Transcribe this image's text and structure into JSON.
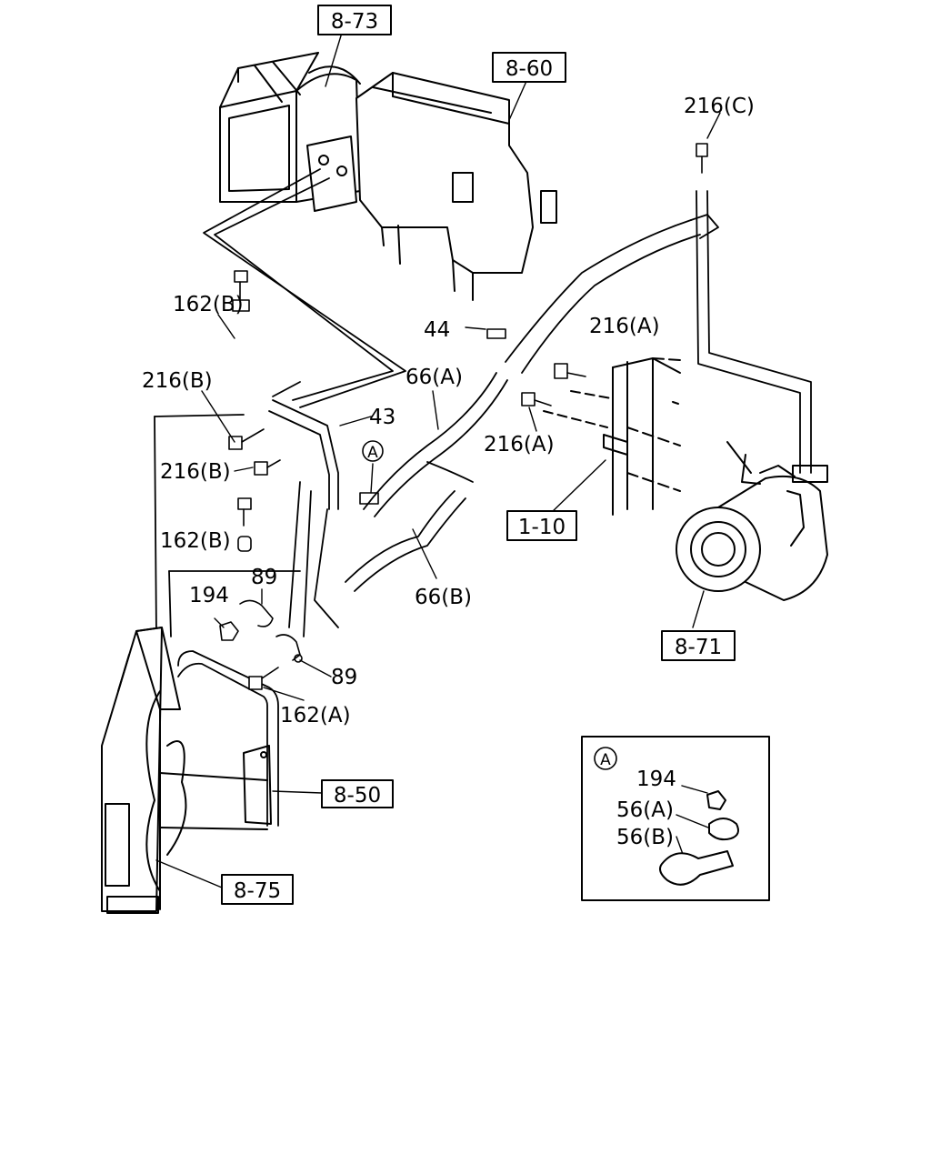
{
  "callouts": {
    "ref_8_73": "8-73",
    "ref_8_60": "8-60",
    "bolt_216c": "216(C)",
    "bolt_162b_top": "162(B)",
    "pipe_44": "44",
    "bolt_216a_upper": "216(A)",
    "bolt_216b_upper": "216(B)",
    "hose_66a": "66(A)",
    "pipe_43": "43",
    "bolt_216a_lower": "216(A)",
    "bolt_216b_lower": "216(B)",
    "ref_1_10": "1-10",
    "bolt_162b_mid": "162(B)",
    "clip_89_upper": "89",
    "nut_194": "194",
    "hose_66b": "66(B)",
    "ref_8_71": "8-71",
    "clip_89_lower": "89",
    "bolt_162a": "162(A)",
    "ref_8_50": "8-50",
    "ref_8_75": "8-75",
    "marker_a": "A"
  },
  "detail_a": {
    "marker": "A",
    "nut_194": "194",
    "clamp_56a": "56(A)",
    "clamp_56b": "56(B)"
  }
}
